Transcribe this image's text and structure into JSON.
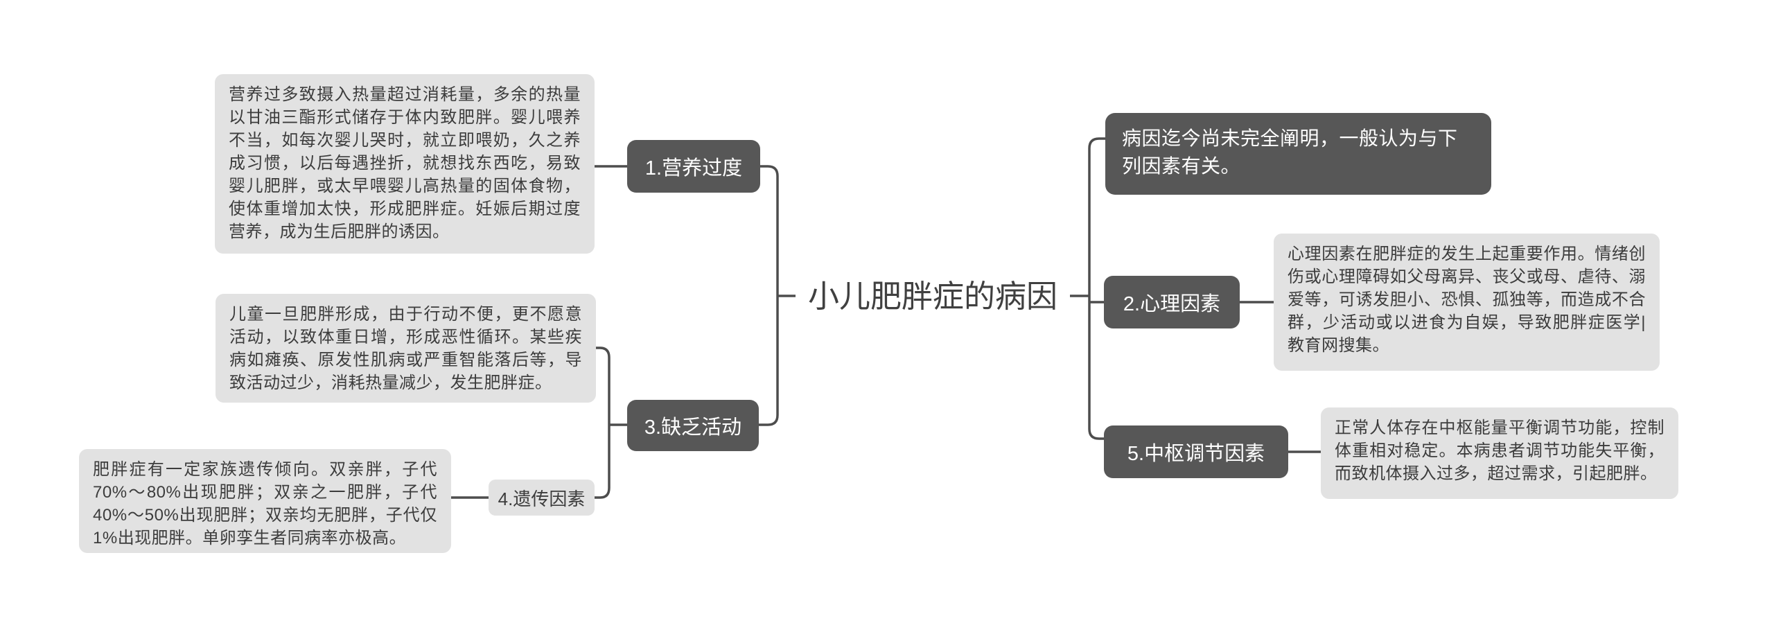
{
  "diagram": {
    "title": "小儿肥胖症的病因",
    "intro_note": "病因迄今尚未完全阐明，一般认为与下列因素有关。",
    "branches": [
      {
        "label": "1.营养过度",
        "desc": "营养过多致摄入热量超过消耗量，多余的热量以甘油三酯形式储存于体内致肥胖。婴儿喂养不当，如每次婴儿哭时，就立即喂奶，久之养成习惯，以后每遇挫折，就想找东西吃，易致婴儿肥胖，或太早喂婴儿高热量的固体食物，使体重增加太快，形成肥胖症。妊娠后期过度营养，成为生后肥胖的诱因。"
      },
      {
        "label": "2.心理因素",
        "desc": "心理因素在肥胖症的发生上起重要作用。情绪创伤或心理障碍如父母离异、丧父或母、虐待、溺爱等，可诱发胆小、恐惧、孤独等，而造成不合群，少活动或以进食为自娱，导致肥胖症医学|教育网搜集。"
      },
      {
        "label": "3.缺乏活动",
        "desc": "儿童一旦肥胖形成，由于行动不便，更不愿意活动，以致体重日增，形成恶性循环。某些疾病如瘫痪、原发性肌病或严重智能落后等，导致活动过少，消耗热量减少，发生肥胖症。"
      },
      {
        "label": "4.遗传因素",
        "desc": "肥胖症有一定家族遗传倾向。双亲胖，子代70%～80%出现肥胖；双亲之一肥胖，子代40%～50%出现肥胖；双亲均无肥胖，子代仅1%出现肥胖。单卵孪生者同病率亦极高。"
      },
      {
        "label": "5.中枢调节因素",
        "desc": "正常人体存在中枢能量平衡调节功能，控制体重相对稳定。本病患者调节功能失平衡，而致机体摄入过多，超过需求，引起肥胖。"
      }
    ]
  },
  "colors": {
    "node_dark": "#575757",
    "node_light": "#e2e2e2",
    "desc_bg": "#e2e2e2",
    "line": "#4d4d4d",
    "title_text": "#404040",
    "desc_text": "#3c3c3c",
    "node_text": "#ffffff",
    "canvas_bg": "#ffffff"
  }
}
